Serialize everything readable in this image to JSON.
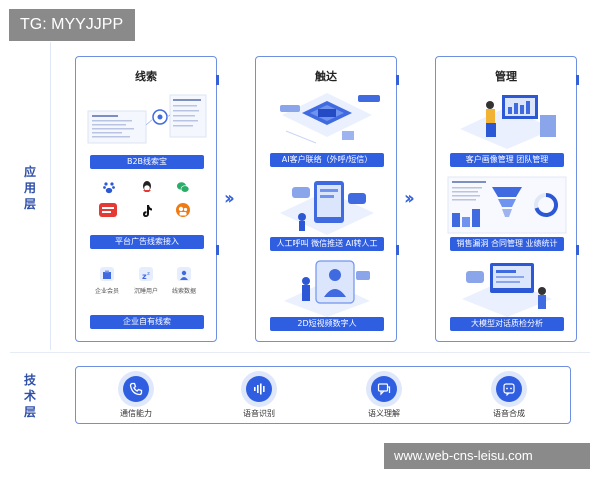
{
  "watermarks": {
    "top_left": "TG: MYYJJPP",
    "bottom_right": "www.web-cns-leisu.com"
  },
  "layers": {
    "application": [
      "应",
      "用",
      "层"
    ],
    "technology": [
      "技",
      "术",
      "层"
    ]
  },
  "columns": [
    {
      "title": "线索",
      "sections": [
        {
          "label": "B2B线索宝"
        },
        {
          "label": "平台广告线索接入",
          "icons": [
            "baidu-icon",
            "qq-icon",
            "wechat-icon",
            "toutiao-icon",
            "tiktok-icon",
            "kuaishou-icon"
          ]
        },
        {
          "label": "企业自有线索",
          "items": [
            "企业会员",
            "沉睡用户",
            "线索数据"
          ]
        }
      ]
    },
    {
      "title": "触达",
      "sections": [
        {
          "label": "AI客户联络（外呼/短信）"
        },
        {
          "label": "人工呼叫 微信推送 AI转人工"
        },
        {
          "label": "2D短视频数字人"
        }
      ]
    },
    {
      "title": "管理",
      "sections": [
        {
          "label": "客户画像管理 团队管理"
        },
        {
          "label": "销售漏洞 合同管理 业绩统计"
        },
        {
          "label": "大模型对话质检分析"
        }
      ]
    }
  ],
  "tech_items": [
    {
      "label": "通信能力",
      "icon": "phone-icon"
    },
    {
      "label": "语音识别",
      "icon": "voice-wave-icon"
    },
    {
      "label": "语义理解",
      "icon": "chat-bubble-icon"
    },
    {
      "label": "语音合成",
      "icon": "speech-synthesis-icon"
    }
  ],
  "colors": {
    "accent": "#2f5ee0",
    "border": "#6f8fe0",
    "layer_text": "#2f4fa8"
  }
}
